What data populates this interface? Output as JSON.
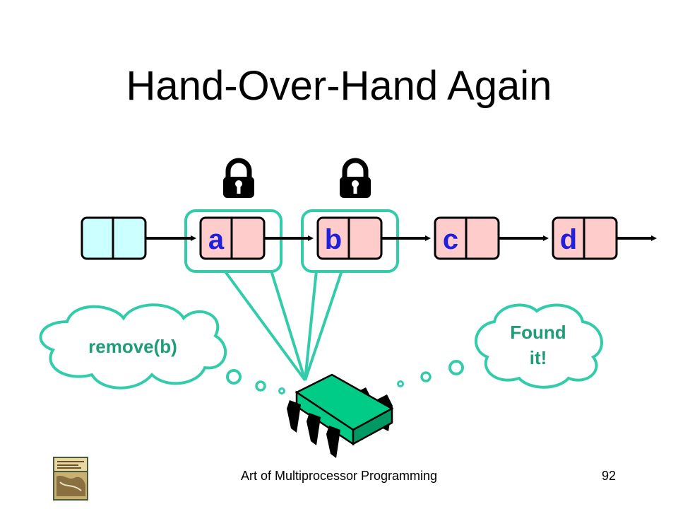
{
  "slide": {
    "title": "Hand-Over-Hand Again",
    "footer": "Art of Multiprocessor Programming",
    "page_number": "92"
  },
  "list": {
    "nodes": [
      {
        "id": "sentinel",
        "label": "",
        "fill": "#ccffff"
      },
      {
        "id": "a",
        "label": "a",
        "fill": "#ffcccc"
      },
      {
        "id": "b",
        "label": "b",
        "fill": "#ffcccc"
      },
      {
        "id": "c",
        "label": "c",
        "fill": "#ffcccc"
      },
      {
        "id": "d",
        "label": "d",
        "fill": "#ffcccc"
      }
    ],
    "locked_nodes": [
      "a",
      "b"
    ]
  },
  "thoughts": {
    "left": "remove(b)",
    "right_line1": "Found",
    "right_line2": "it!"
  },
  "colors": {
    "lock_outline": "#33ccaa",
    "lock_body": "#000000",
    "processor": "#00cc88",
    "thought_text": "#1f9c7a",
    "node_letter": "#1f1fdc"
  },
  "icons": {
    "lock": "padlock-icon",
    "processor": "processor-chip-icon",
    "book": "book-cover-icon"
  }
}
